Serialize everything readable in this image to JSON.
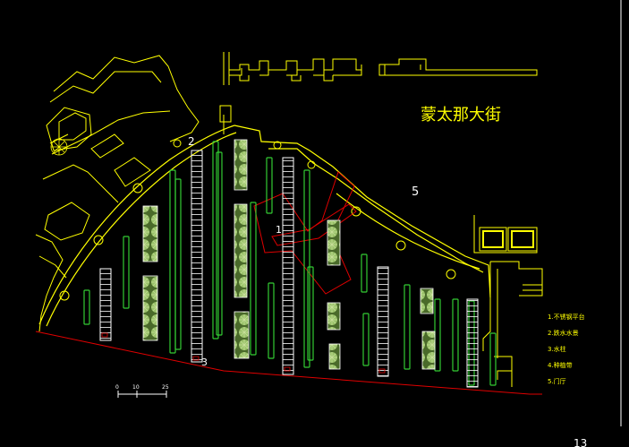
{
  "street_name": "蒙太那大街",
  "zone_labels": {
    "zone_1": "1",
    "zone_2": "2",
    "zone_3": "3",
    "zone_5": "5"
  },
  "scale_bar": {
    "ticks": [
      "0",
      "10",
      "25"
    ]
  },
  "legend": {
    "items": [
      "1.不锈钢平台",
      "2.跌水水景",
      "3.水柱",
      "4.种植带",
      "5.门厅"
    ]
  },
  "page_number": "13",
  "colors": {
    "background": "#000000",
    "walls": "#ffff00",
    "paving": "#ffffff",
    "planting": "#33cc33",
    "tree_fill": "#9ac26a",
    "red_outline": "#e00000",
    "text_main": "#ffff00",
    "text_white": "#ffffff"
  }
}
